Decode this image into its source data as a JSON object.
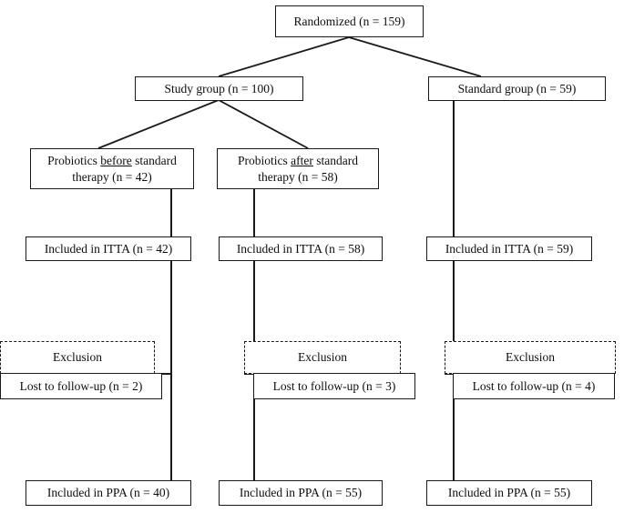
{
  "diagram": {
    "type": "participant-flow-diagram",
    "title": "Randomized (n = 159)",
    "colors": {
      "stroke": "#1a1a1a",
      "background": "#ffffff",
      "text": "#0d0d0d"
    },
    "nodes": {
      "randomized": {
        "text": "Randomized (n = 159)",
        "n": 159,
        "style": "solid"
      },
      "study_group": {
        "text": "Study group (n = 100)",
        "n": 100,
        "style": "solid"
      },
      "standard_group": {
        "text": "Standard group (n = 59)",
        "n": 59,
        "style": "solid"
      },
      "probiotics_before": {
        "line1_pre": "Probiotics ",
        "line1_emphasis": "before",
        "line1_post": " standard",
        "line2": "therapy (n = 42)",
        "n": 42,
        "style": "solid"
      },
      "probiotics_after": {
        "line1_pre": "Probiotics ",
        "line1_emphasis": "after",
        "line1_post": " standard",
        "line2": "therapy (n = 58)",
        "n": 58,
        "style": "solid"
      },
      "itta_before": {
        "text": "Included in ITTA (n = 42)",
        "n": 42,
        "style": "solid"
      },
      "itta_after": {
        "text": "Included in ITTA (n = 58)",
        "n": 58,
        "style": "solid"
      },
      "itta_standard": {
        "text": "Included in ITTA (n = 59)",
        "n": 59,
        "style": "solid"
      },
      "exclusion_before": {
        "text": "Exclusion",
        "style": "dashed"
      },
      "exclusion_after": {
        "text": "Exclusion",
        "style": "dashed"
      },
      "exclusion_standard": {
        "text": "Exclusion",
        "style": "dashed"
      },
      "lost_before": {
        "text": "Lost to follow-up (n = 2)",
        "n": 2,
        "style": "solid"
      },
      "lost_after": {
        "text": "Lost to follow-up (n = 3)",
        "n": 3,
        "style": "solid"
      },
      "lost_standard": {
        "text": "Lost to follow-up (n = 4)",
        "n": 4,
        "style": "solid"
      },
      "ppa_before": {
        "text": "Included in PPA (n = 40)",
        "n": 40,
        "style": "solid"
      },
      "ppa_after": {
        "text": "Included in PPA (n = 55)",
        "n": 55,
        "style": "solid"
      },
      "ppa_standard": {
        "text": "Included in PPA (n = 55)",
        "n": 55,
        "style": "solid"
      }
    }
  }
}
